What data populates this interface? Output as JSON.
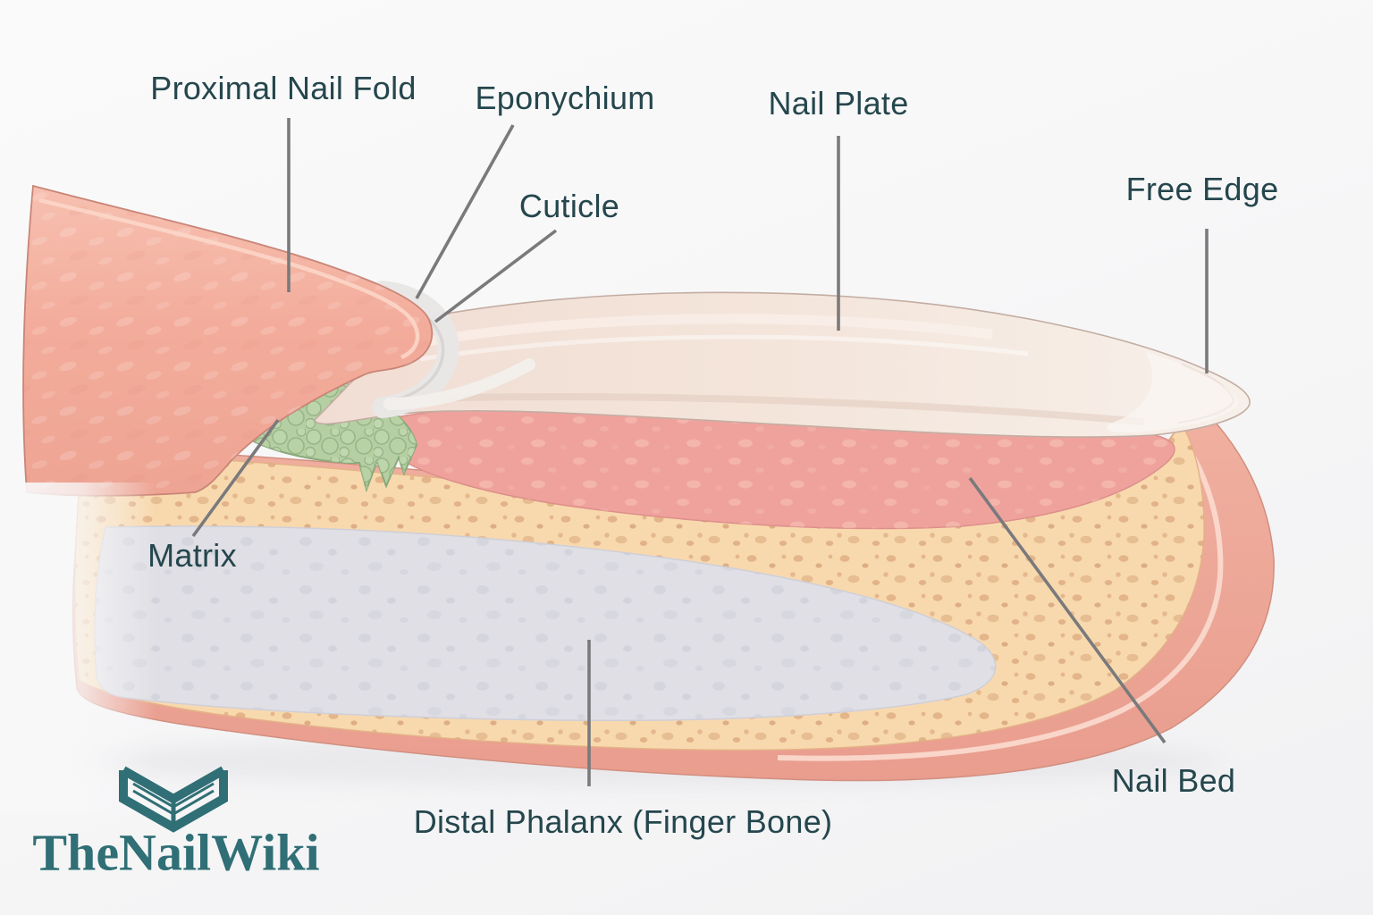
{
  "logo": {
    "text": "TheNailWiki",
    "icon": "open-book-icon",
    "color": "#2f6f75"
  },
  "diagram": {
    "label_color": "#25464d",
    "leader_line_color": "#7a7a7c",
    "labels": {
      "proximal_nail_fold": "Proximal Nail Fold",
      "eponychium": "Eponychium",
      "cuticle": "Cuticle",
      "nail_plate": "Nail Plate",
      "free_edge": "Free Edge",
      "matrix": "Matrix",
      "nail_bed": "Nail Bed",
      "distal_phalanx": "Distal Phalanx (Finger Bone)"
    },
    "colors": {
      "skin": "#f3af9f",
      "skin_outline": "#c98577",
      "eponychium_white": "#e9e7e6",
      "matrix_green": "#b5cfa3",
      "nail_plate_cream": "#f3e4da",
      "nail_bed_pink": "#efa29c",
      "bone_cortex_tan": "#f8d9ae",
      "bone_speckle": "#dba67a",
      "distal_phalanx_gray": "#dfdfe5"
    }
  }
}
